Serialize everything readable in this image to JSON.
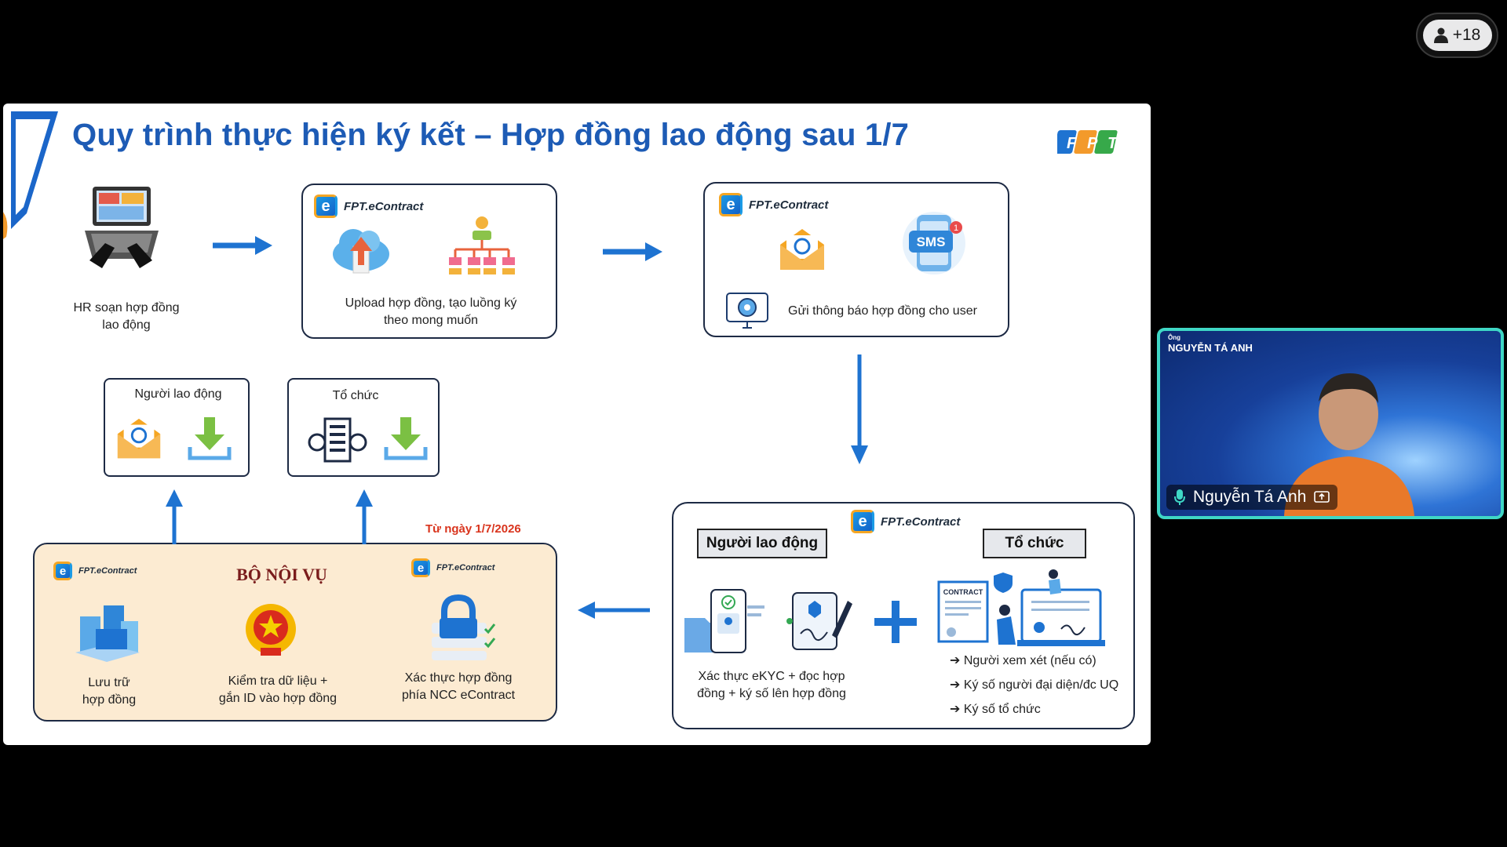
{
  "meeting": {
    "participants_count": "+18",
    "speaker": {
      "name": "Nguyễn Tá Anh",
      "banner_prefix": "Ông",
      "banner_name": "NGUYỄN TÁ ANH"
    }
  },
  "slide": {
    "title": "Quy trình thực hiện ký kết – Hợp đồng lao động sau 1/7",
    "logo": "FPT",
    "brand": "FPT.eContract",
    "step1": {
      "text": [
        "HR soạn hợp đồng",
        "lao động"
      ]
    },
    "step2": {
      "text": [
        "Upload hợp đồng, tạo luồng ký",
        "theo mong muốn"
      ]
    },
    "step3": {
      "text": "Gửi thông báo hợp đồng cho user",
      "sms_label": "SMS",
      "sms_badge": "1"
    },
    "step4": {
      "tag_employee": "Người lao động",
      "tag_org": "Tổ chức",
      "employee_text": [
        "Xác thực eKYC + đọc hợp",
        "đồng + ký số lên hợp đồng"
      ],
      "contract_label": "CONTRACT",
      "org_bullets": [
        "Người xem xét (nếu có)",
        "Ký số người đại diện/đc UQ",
        "Ký số tổ chức"
      ]
    },
    "step5": {
      "date_note": "Từ ngày 1/7/2026",
      "ministry": "BỘ NỘI VỤ",
      "storage": [
        "Lưu trữ",
        "hợp đồng"
      ],
      "check": [
        "Kiểm tra dữ liệu +",
        "gắn ID vào hợp đồng"
      ],
      "verify": [
        "Xác thực hợp đồng",
        "phía NCC eContract"
      ]
    },
    "recipients": {
      "employee": "Người lao động",
      "org": "Tổ chức"
    }
  },
  "colors": {
    "title": "#1d5bb5",
    "arrow": "#1e73d1",
    "date_note": "#d9341d",
    "tile_border": "#3fd7c5"
  }
}
